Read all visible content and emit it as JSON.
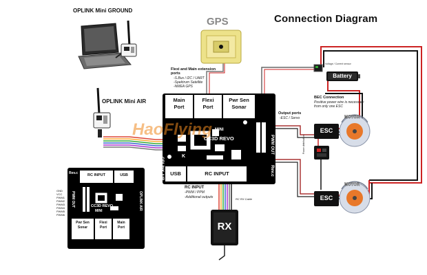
{
  "title": "Connection Diagram",
  "oplink_ground": "OPLINK Mini GROUND",
  "oplink_air": "OPLINK Mini AIR",
  "gps": "GPS",
  "flexi_main_header": "Flexi and Main extension ports",
  "flexi_main_items": [
    "-S.Bus / I2C / UART",
    "-Spektrum Satellite",
    "-NMEA GPS"
  ],
  "output_ports_header": "Output ports",
  "output_ports_item": "-ESC / Servo",
  "bec_header": "BEC Connection",
  "bec_lines": [
    "Positive power wire is necessary",
    "from only one ESC"
  ],
  "voltage_sensor": "Voltage / Current sensor",
  "battery": "Battery",
  "esc": "ESC",
  "motor": "MOTOR",
  "rc_input_header": "RC INPUT",
  "rc_input_items": [
    "-PWM / PPM",
    "-Additional outputs"
  ],
  "rc_rx_cable": "RC RX Cable",
  "rx": "RX",
  "power_distribution": "Power distribution",
  "watermark": "HaoFlying",
  "board": {
    "main_port": [
      "Main",
      "Port"
    ],
    "flexi_port": [
      "Flexi",
      "Port"
    ],
    "pwr_sen": [
      "Pwr Sen",
      "Sonar"
    ],
    "oplink_air": "OPLINK AIR",
    "pwm_out": "PWM OUT",
    "usb": "USB",
    "rc_input": "RC INPUT",
    "rev": "Rev.c",
    "mini": "MINI",
    "cc3d": "CC3D REVO",
    "k": "K"
  },
  "small_board": {
    "rev": "Rev.c",
    "rc_input": "RC INPUT",
    "usb": "USB",
    "pwm_out": "PWM OUT",
    "oplink_air": "OPLINK AIR",
    "cc3d": "CC3D REVO",
    "mini": "MINI",
    "pwr_sen": [
      "Pwr Sen",
      "Sonar"
    ],
    "flexi": [
      "Flexi",
      "Port"
    ],
    "main": [
      "Main",
      "Port"
    ],
    "left_pins": [
      "GND",
      "VCC",
      "PWM1",
      "PWM2",
      "PWM3",
      "PWM4",
      "PWM5",
      "PWM6"
    ]
  },
  "colors": {
    "board": "#000000",
    "wire_red": "#cc2222",
    "wire_black": "#111111",
    "motor_orange": "#e8782a",
    "gps_yellow": "#e8d870",
    "watermark_orange": "#f08a20"
  }
}
